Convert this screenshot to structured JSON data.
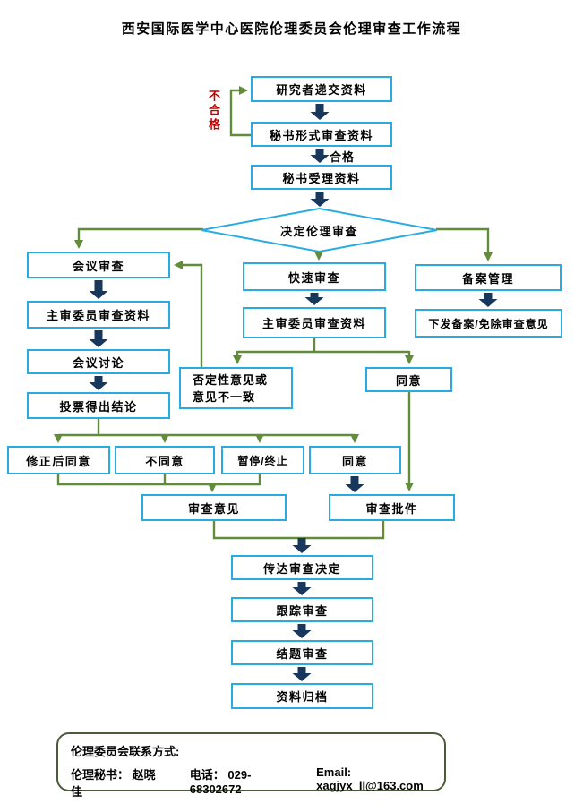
{
  "title": "西安国际医学中心医院伦理委员会伦理审查工作流程",
  "colors": {
    "cyan": "#29abe2",
    "navy": "#17375d",
    "green": "#618c3a",
    "red": "#c00000",
    "frame": "#4b5a38"
  },
  "labels": {
    "unqualified": "不合格",
    "qualified": "合格"
  },
  "nodes": {
    "submit": {
      "label": "研究者递交资料"
    },
    "form_review": {
      "label": "秘书形式审查资料"
    },
    "accept": {
      "label": "秘书受理资料"
    },
    "decide": {
      "label": "决定伦理审查"
    },
    "meeting_review": {
      "label": "会议审查"
    },
    "chief_review_meeting": {
      "label": "主审委员审查资料"
    },
    "meeting_discussion": {
      "label": "会议讨论"
    },
    "vote_conclusion": {
      "label": "投票得出结论"
    },
    "fast_review": {
      "label": "快速审查"
    },
    "chief_review_fast": {
      "label": "主审委员审查资料"
    },
    "filing_management": {
      "label": "备案管理"
    },
    "filing_issue": {
      "label": "下发备案/免除审查意见"
    },
    "negative_opinion": {
      "line1": "否定性意见或",
      "line2": "意见不一致"
    },
    "agree_fast": {
      "label": "同意"
    },
    "agree_revised": {
      "label": "修正后同意"
    },
    "disagree": {
      "label": "不同意"
    },
    "suspend_terminate": {
      "label": "暂停/终止"
    },
    "agree_vote": {
      "label": "同意"
    },
    "review_opinion": {
      "label": "审查意见"
    },
    "review_approval": {
      "label": "审查批件"
    },
    "communicate": {
      "label": "传达审查决定"
    },
    "follow_up": {
      "label": "跟踪审查"
    },
    "conclusion_review": {
      "label": "结题审查"
    },
    "archive": {
      "label": "资料归档"
    }
  },
  "contact": {
    "heading": "伦理委员会联系方式:",
    "secretary": "伦理秘书： 赵晓佳",
    "phone": "电话： 029-68302672",
    "email": "Email: xagjyx_ll@163.com"
  }
}
